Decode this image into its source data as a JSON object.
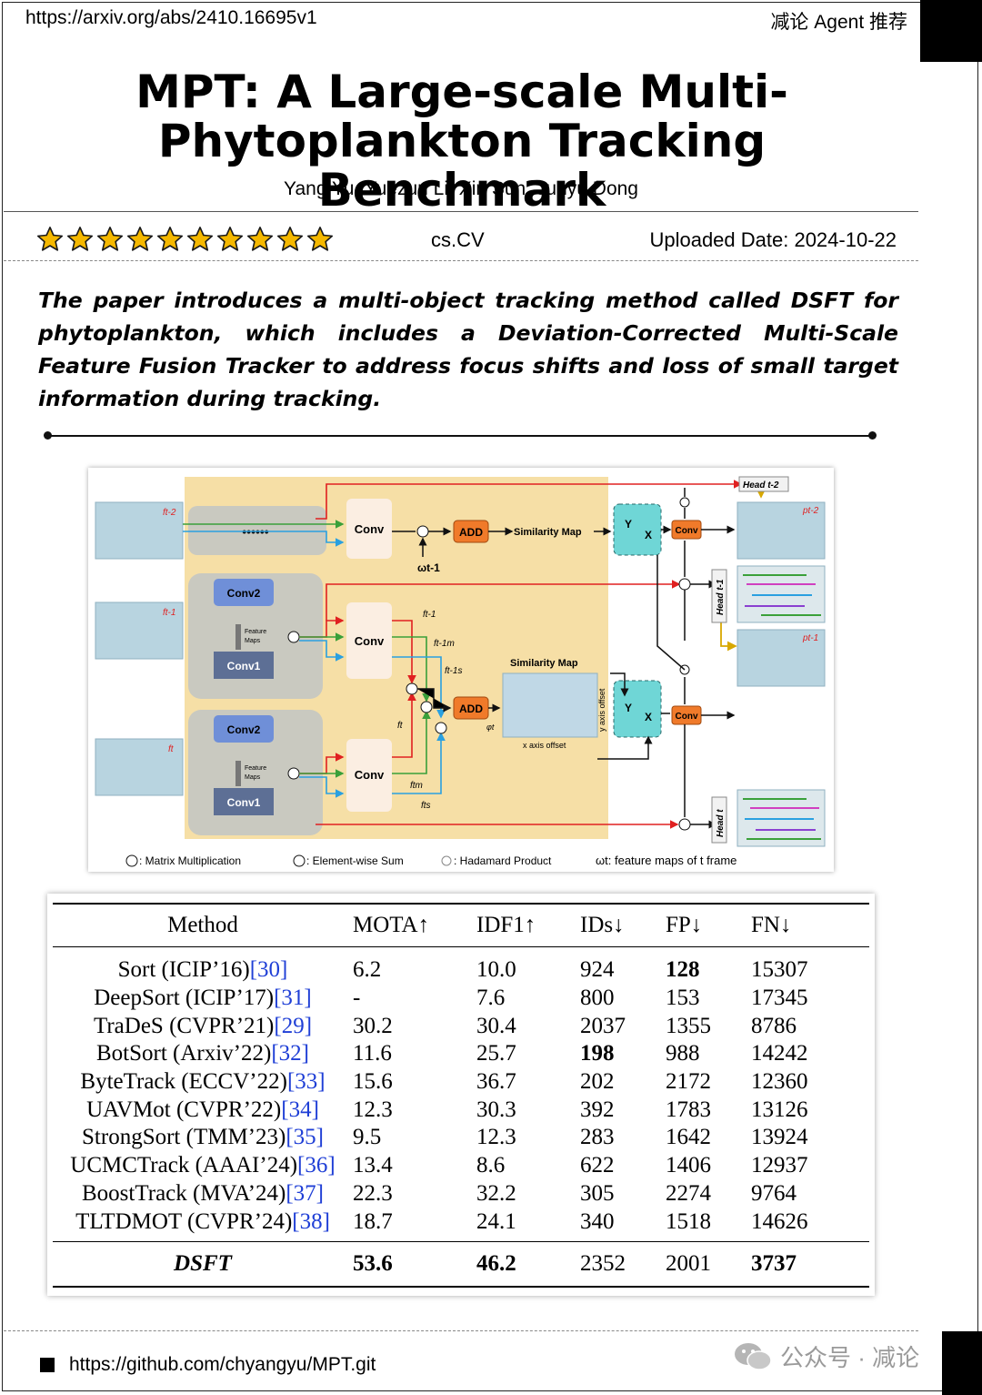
{
  "header": {
    "url": "https://arxiv.org/abs/2410.16695v1",
    "brand": "减论 Agent 推荐"
  },
  "paper": {
    "title": "MPT: A Large-scale Multi-Phytoplankton Tracking Benchmark",
    "authors": "Yang Yu, Yuezun Li, Xin Sun, Junyu Dong",
    "rating_stars": 10,
    "category": "cs.CV",
    "uploaded": "Uploaded Date: 2024-10-22",
    "summary": "The paper introduces a multi-object tracking method called DSFT for phytoplankton, which includes a Deviation-Corrected Multi-Scale Feature Fusion Tracker to address focus shifts and loss of small target information during tracking."
  },
  "figure": {
    "conv": "Conv",
    "conv1": "Conv1",
    "conv2": "Conv2",
    "add": "ADD",
    "feature_maps_1": "Feature",
    "feature_maps_2": "Maps",
    "similarity_map_top": "Similarity Map",
    "similarity_map_mid": "Similarity Map",
    "ellipsis": "••••••",
    "omega": "ωt-1",
    "phi": "φt",
    "y_label": "Y",
    "x_label": "X",
    "y_axis_offset": "y axis offset",
    "x_axis_offset": "x axis offset",
    "head_t2": "Head t-2",
    "head_t1": "Head t-1",
    "head_t": "Head t",
    "p_t2": "pt-2",
    "p_t1": "pt-1",
    "f_t2_label": "ft-2",
    "f_t1_label": "ft-1",
    "f_t_label": "ft",
    "feat_t1": "ft-1",
    "feat_t1_m": "ft-1m",
    "feat_t1_s": "ft-1s",
    "feat_t": "ft",
    "feat_t_m": "ftm",
    "feat_t_s": "fts",
    "legend": {
      "matrix": ": Matrix Multiplication",
      "sum": ": Element-wise Sum",
      "hadamard": ": Hadamard Product",
      "omega": "ωt: feature maps of t frame"
    }
  },
  "table": {
    "headers": [
      "Method",
      "MOTA↑",
      "IDF1↑",
      "IDs↓",
      "FP↓",
      "FN↓"
    ],
    "rows": [
      {
        "method": "Sort (ICIP’16)",
        "ref": "[30]",
        "mota": "6.2",
        "idf1": "10.0",
        "ids": "924",
        "fp": "128",
        "fn": "15307"
      },
      {
        "method": "DeepSort (ICIP’17)",
        "ref": "[31]",
        "mota": "-",
        "idf1": "7.6",
        "ids": "800",
        "fp": "153",
        "fn": "17345"
      },
      {
        "method": "TraDeS (CVPR’21)",
        "ref": "[29]",
        "mota": "30.2",
        "idf1": "30.4",
        "ids": "2037",
        "fp": "1355",
        "fn": "8786"
      },
      {
        "method": "BotSort (Arxiv’22)",
        "ref": "[32]",
        "mota": "11.6",
        "idf1": "25.7",
        "ids": "198",
        "fp": "988",
        "fn": "14242"
      },
      {
        "method": "ByteTrack (ECCV’22)",
        "ref": "[33]",
        "mota": "15.6",
        "idf1": "36.7",
        "ids": "202",
        "fp": "2172",
        "fn": "12360"
      },
      {
        "method": "UAVMot (CVPR’22)",
        "ref": "[34]",
        "mota": "12.3",
        "idf1": "30.3",
        "ids": "392",
        "fp": "1783",
        "fn": "13126"
      },
      {
        "method": "StrongSort (TMM’23)",
        "ref": "[35]",
        "mota": "9.5",
        "idf1": "12.3",
        "ids": "283",
        "fp": "1642",
        "fn": "13924"
      },
      {
        "method": "UCMCTrack (AAAI’24)",
        "ref": "[36]",
        "mota": "13.4",
        "idf1": "8.6",
        "ids": "622",
        "fp": "1406",
        "fn": "12937"
      },
      {
        "method": "BoostTrack (MVA’24)",
        "ref": "[37]",
        "mota": "22.3",
        "idf1": "32.2",
        "ids": "305",
        "fp": "2274",
        "fn": "9764"
      },
      {
        "method": "TLTDMOT (CVPR’24)",
        "ref": "[38]",
        "mota": "18.7",
        "idf1": "24.1",
        "ids": "340",
        "fp": "1518",
        "fn": "14626"
      }
    ],
    "final": {
      "method": "DSFT",
      "mota": "53.6",
      "idf1": "46.2",
      "ids": "2352",
      "fp": "2001",
      "fn": "3737"
    }
  },
  "footer": {
    "github": "https://github.com/chyangyu/MPT.git",
    "watermark": "公众号 · 减论"
  },
  "colors": {
    "ref_blue": "#1f3fd6",
    "panel_yellow": "#f6dfa6",
    "add_orange": "#f07a2a",
    "conv_blue": "#6f8fd8",
    "xy_cyan": "#6fd6d6",
    "arrow_red": "#e02020",
    "arrow_green": "#3aa03a",
    "arrow_blue": "#2aa0e0"
  }
}
